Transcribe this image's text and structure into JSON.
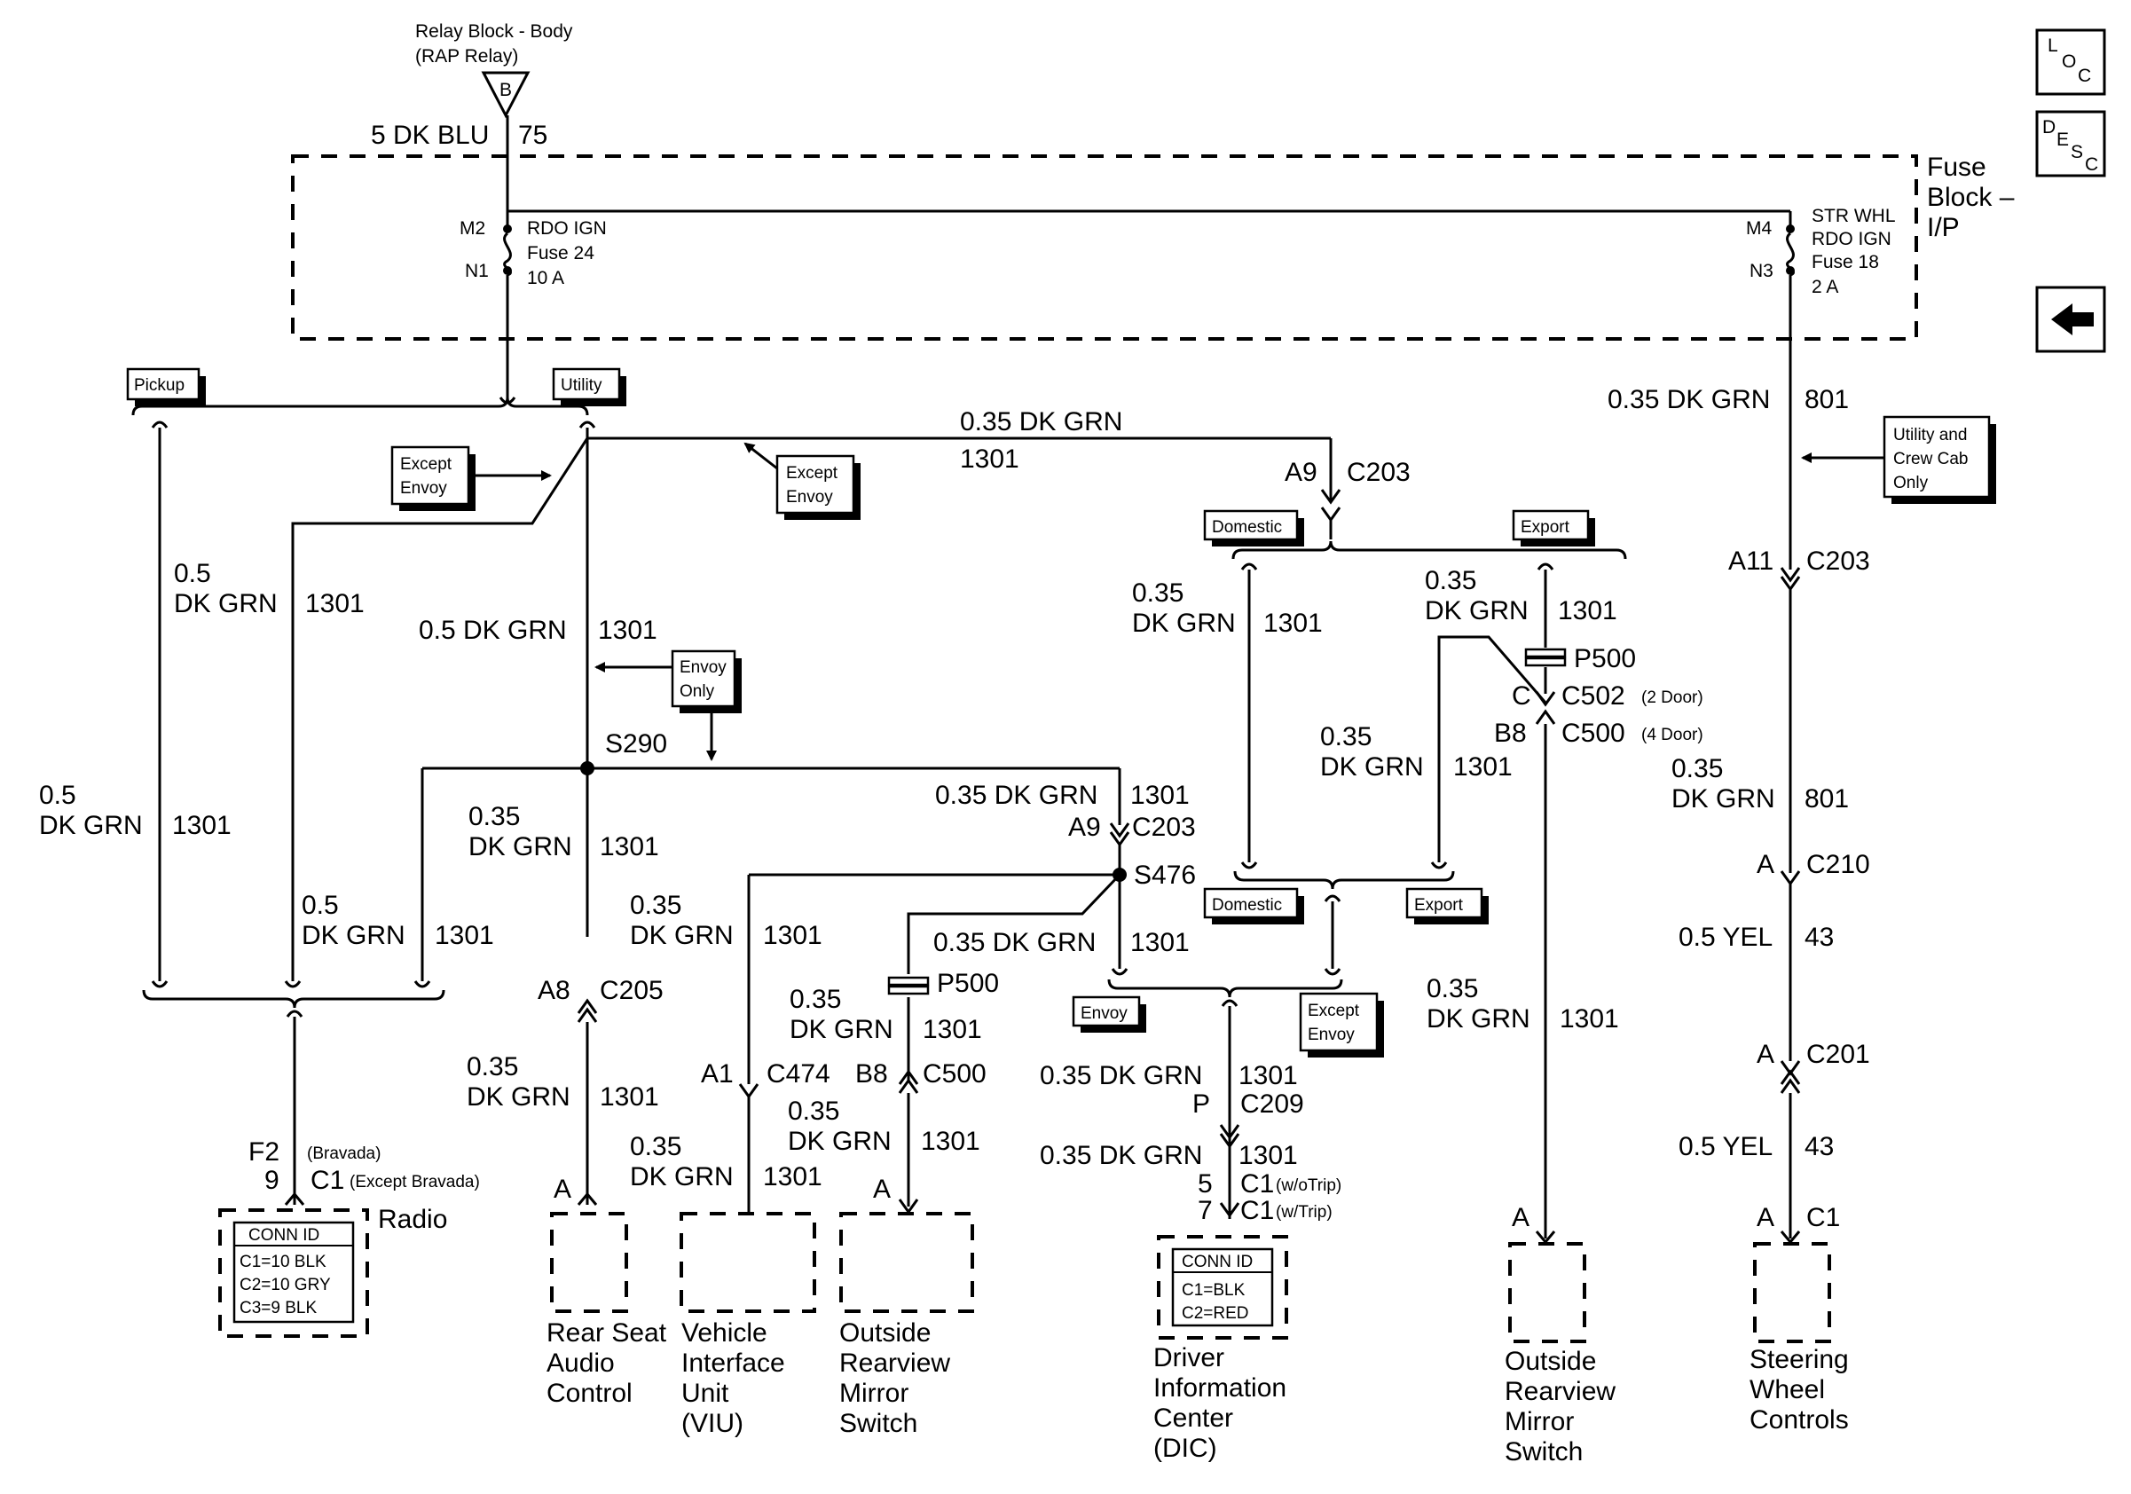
{
  "relay": {
    "line1": "Relay Block - Body",
    "line2": "(RAP Relay)",
    "pin": "B"
  },
  "top_wire": {
    "label": "5 DK BLU",
    "circuit": "75"
  },
  "fuse_block": {
    "title1": "Fuse",
    "title2": "Block –",
    "title3": "I/P",
    "fuse24": {
      "in": "M2",
      "out": "N1",
      "line1": "RDO IGN",
      "line2": "Fuse 24",
      "line3": "10 A"
    },
    "fuse18": {
      "in": "M4",
      "out": "N3",
      "line1": "STR WHL",
      "line2": "RDO IGN",
      "line3": "Fuse 18",
      "line4": "2 A"
    }
  },
  "side_buttons": {
    "loc_l": "L",
    "loc_o": "O",
    "loc_c": "C",
    "desc_d": "D",
    "desc_e": "E",
    "desc_s": "S",
    "desc_c": "C"
  },
  "labels": {
    "pickup": "Pickup",
    "utility": "Utility",
    "except_envoy_1a": "Except",
    "except_envoy_1b": "Envoy",
    "except_envoy_2a": "Except",
    "except_envoy_2b": "Envoy",
    "envoy_only_a": "Envoy",
    "envoy_only_b": "Only",
    "utility_crew_a": "Utility and",
    "utility_crew_b": "Crew Cab",
    "utility_crew_c": "Only",
    "domestic_1": "Domestic",
    "export_1": "Export",
    "domestic_2": "Domestic",
    "export_2": "Export",
    "envoy_3": "Envoy",
    "except_envoy_3a": "Except",
    "except_envoy_3b": "Envoy"
  },
  "wires": {
    "w_top_gauge": "0.35 DK GRN",
    "w_top_circ": "1301",
    "w_left_a": "0.5",
    "w_left_b": "DK GRN",
    "w_left_c": "1301",
    "w_mid_gauge": "0.5 DK GRN",
    "w_mid_circ": "1301",
    "w_far_a": "0.5",
    "w_far_b": "DK GRN",
    "w_far_c": "1301",
    "w_s290_a": "0.35",
    "w_s290_b": "DK GRN",
    "w_s290_c": "1301",
    "w_br_a": "0.5",
    "w_br_b": "DK GRN",
    "w_br_c": "1301",
    "w_rsac_a": "0.35",
    "w_rsac_b": "DK GRN",
    "w_rsac_c": "1301",
    "w_s476in_gauge": "0.35 DK GRN",
    "w_s476in_circ": "1301",
    "w_viu_a": "0.35",
    "w_viu_b": "DK GRN",
    "w_viu_c": "1301",
    "w_viu2_a": "0.35",
    "w_viu2_b": "DK GRN",
    "w_viu2_c": "1301",
    "w_p500_a": "0.35",
    "w_p500_b": "DK GRN",
    "w_p500_c": "1301",
    "w_mir_a": "0.35",
    "w_mir_b": "DK GRN",
    "w_mir_c": "1301",
    "w_s476out_gauge": "0.35 DK GRN",
    "w_s476out_circ": "1301",
    "w_dic1_gauge": "0.35 DK GRN",
    "w_dic1_circ": "1301",
    "w_dic2_gauge": "0.35 DK GRN",
    "w_dic2_circ": "1301",
    "w_dom_a": "0.35",
    "w_dom_b": "DK GRN",
    "w_dom_c": "1301",
    "w_exp_a": "0.35",
    "w_exp_b": "DK GRN",
    "w_exp_c": "1301",
    "w_exp2_a": "0.35",
    "w_exp2_b": "DK GRN",
    "w_exp2_c": "1301",
    "w_rmir_a": "0.35",
    "w_rmir_b": "DK GRN",
    "w_rmir_c": "1301",
    "w_801_gauge": "0.35 DK GRN",
    "w_801_circ": "801",
    "w_801b_a": "0.35",
    "w_801b_b": "DK GRN",
    "w_801b_c": "801",
    "w_yel1_gauge": "0.5 YEL",
    "w_yel1_circ": "43",
    "w_yel2_gauge": "0.5 YEL",
    "w_yel2_circ": "43"
  },
  "connectors": {
    "a9_c203_top": {
      "pin": "A9",
      "name": "C203"
    },
    "a11_c203": {
      "pin": "A11",
      "name": "C203"
    },
    "a9_c203_mid": {
      "pin": "A9",
      "name": "C203"
    },
    "a8_c205": {
      "pin": "A8",
      "name": "C205"
    },
    "a1_c474": {
      "pin": "A1",
      "name": "C474"
    },
    "b8_c500_left": {
      "pin": "B8",
      "name": "C500"
    },
    "p500_left": "P500",
    "p500_right": "P500",
    "c502": {
      "pin": "C",
      "name": "C502",
      "note": "(2 Door)"
    },
    "c500_right": {
      "pin": "B8",
      "name": "C500",
      "note": "(4 Door)"
    },
    "c209": {
      "pin": "P",
      "name": "C209"
    },
    "c1_dic_a": {
      "pin": "5",
      "name": "C1",
      "note": "(w/oTrip)"
    },
    "c1_dic_b": {
      "pin": "7",
      "name": "C1",
      "note": "(w/Trip)"
    },
    "c210": {
      "pin": "A",
      "name": "C210"
    },
    "c201": {
      "pin": "A",
      "name": "C201"
    },
    "c1_swc": {
      "pin": "A",
      "name": "C1"
    },
    "radio_f2": {
      "pin": "F2",
      "note": "(Bravada)"
    },
    "radio_c1": {
      "pin": "9",
      "name": "C1",
      "note": "(Except Bravada)"
    },
    "rsac_pin": "A",
    "mirror_pin": "A",
    "rmirror_pin": "A"
  },
  "splices": {
    "s290": "S290",
    "s476": "S476"
  },
  "components": {
    "radio": {
      "name": "Radio",
      "conn_title": "CONN ID",
      "c1": "C1=10 BLK",
      "c2": "C2=10 GRY",
      "c3": "C3=9 BLK"
    },
    "rsac": {
      "l1": "Rear Seat",
      "l2": "Audio",
      "l3": "Control"
    },
    "viu": {
      "l1": "Vehicle",
      "l2": "Interface",
      "l3": "Unit",
      "l4": "(VIU)"
    },
    "mirror_left": {
      "l1": "Outside",
      "l2": "Rearview",
      "l3": "Mirror",
      "l4": "Switch"
    },
    "dic": {
      "conn_title": "CONN ID",
      "c1": "C1=BLK",
      "c2": "C2=RED",
      "l1": "Driver",
      "l2": "Information",
      "l3": "Center",
      "l4": "(DIC)"
    },
    "mirror_right": {
      "l1": "Outside",
      "l2": "Rearview",
      "l3": "Mirror",
      "l4": "Switch"
    },
    "swc": {
      "l1": "Steering",
      "l2": "Wheel",
      "l3": "Controls"
    }
  }
}
